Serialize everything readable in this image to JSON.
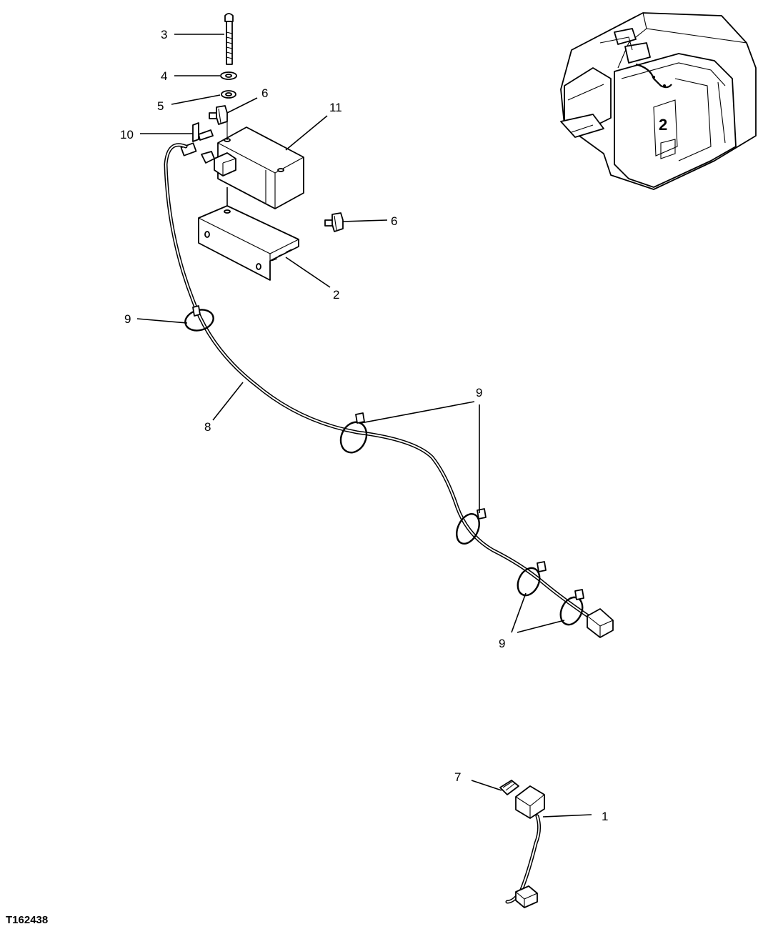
{
  "diagram": {
    "figure_id": "T162438",
    "callouts": {
      "c1": "1",
      "c2": "2",
      "c3": "3",
      "c4": "4",
      "c5": "5",
      "c6a": "6",
      "c6b": "6",
      "c7": "7",
      "c8": "8",
      "c9a": "9",
      "c9b": "9",
      "c9c": "9",
      "c10": "10",
      "c11": "11"
    },
    "inset_label": "2"
  }
}
